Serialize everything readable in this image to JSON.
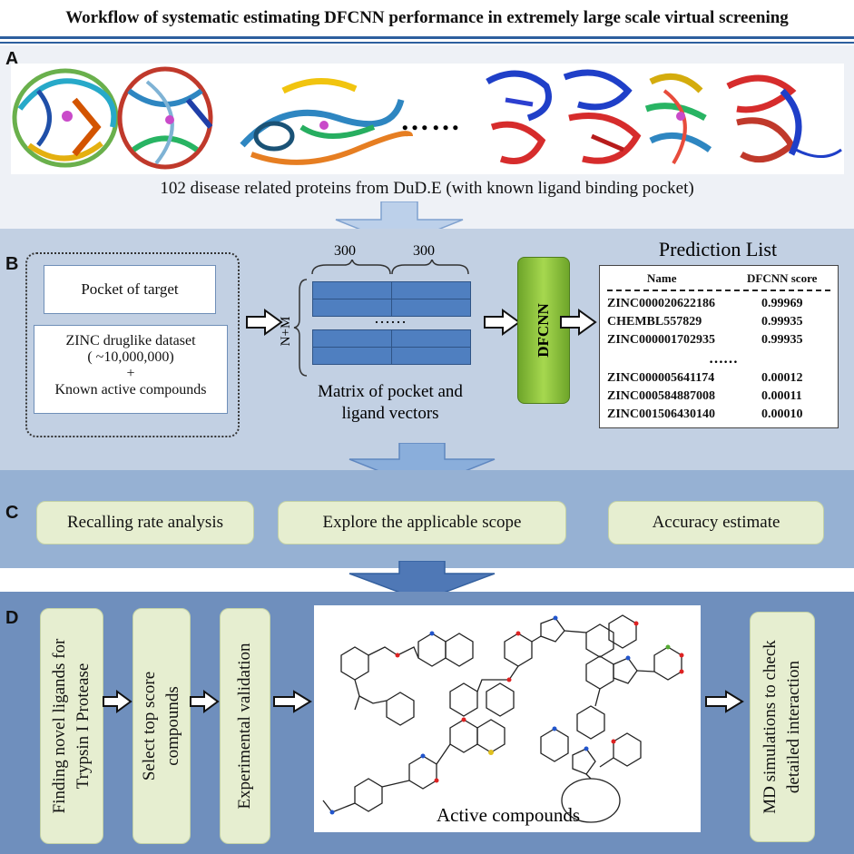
{
  "title": "Workflow of systematic estimating DFCNN performance in extremely large scale virtual screening",
  "panels": {
    "A": {
      "label": "A",
      "ellipsis": "……",
      "caption": "102 disease related proteins from DuD.E (with known ligand binding pocket)"
    },
    "B": {
      "label": "B",
      "pocket_box": "Pocket  of target",
      "dataset_line1": "ZINC druglike dataset",
      "dataset_line2": "( ~10,000,000)",
      "dataset_plus": "+",
      "dataset_line3": "Known active compounds",
      "matrix_dim_left": "300",
      "matrix_dim_right": "300",
      "matrix_rows_label": "N+M",
      "matrix_ellipsis": "……",
      "matrix_caption_line1": "Matrix of pocket and",
      "matrix_caption_line2": "ligand vectors",
      "model_label": "DFCNN",
      "prediction_title": "Prediction List",
      "prediction_header_name": "Name",
      "prediction_header_score": "DFCNN score",
      "prediction_ellipsis": "……",
      "predictions_top": [
        {
          "name": "ZINC000020622186",
          "score": "0.99969"
        },
        {
          "name": "CHEMBL557829",
          "score": "0.99935"
        },
        {
          "name": "ZINC000001702935",
          "score": "0.99935"
        }
      ],
      "predictions_bottom": [
        {
          "name": "ZINC000005641174",
          "score": "0.00012"
        },
        {
          "name": "ZINC000584887008",
          "score": "0.00011"
        },
        {
          "name": "ZINC001506430140",
          "score": "0.00010"
        }
      ]
    },
    "C": {
      "label": "C",
      "boxes": [
        "Recalling rate analysis",
        "Explore the applicable scope",
        "Accuracy estimate"
      ]
    },
    "D": {
      "label": "D",
      "step1_line1": "Finding novel ligands for",
      "step1_line2": "Trypsin I Protease",
      "step2_line1": "Select top score",
      "step2_line2": "compounds",
      "step3": "Experimental validation",
      "compounds_caption": "Active compounds",
      "step4_line1": "MD simulations to check",
      "step4_line2": "detailed interaction"
    }
  },
  "colors": {
    "rule": "#2d5f9e",
    "panel_a": "#eef1f6",
    "panel_b": "#c2d0e3",
    "panel_c": "#96b1d3",
    "panel_d": "#6f8fbd",
    "matrix_cell": "#4f7fc0",
    "model_green": "#8fc23a",
    "step_green": "#e6eed0"
  }
}
